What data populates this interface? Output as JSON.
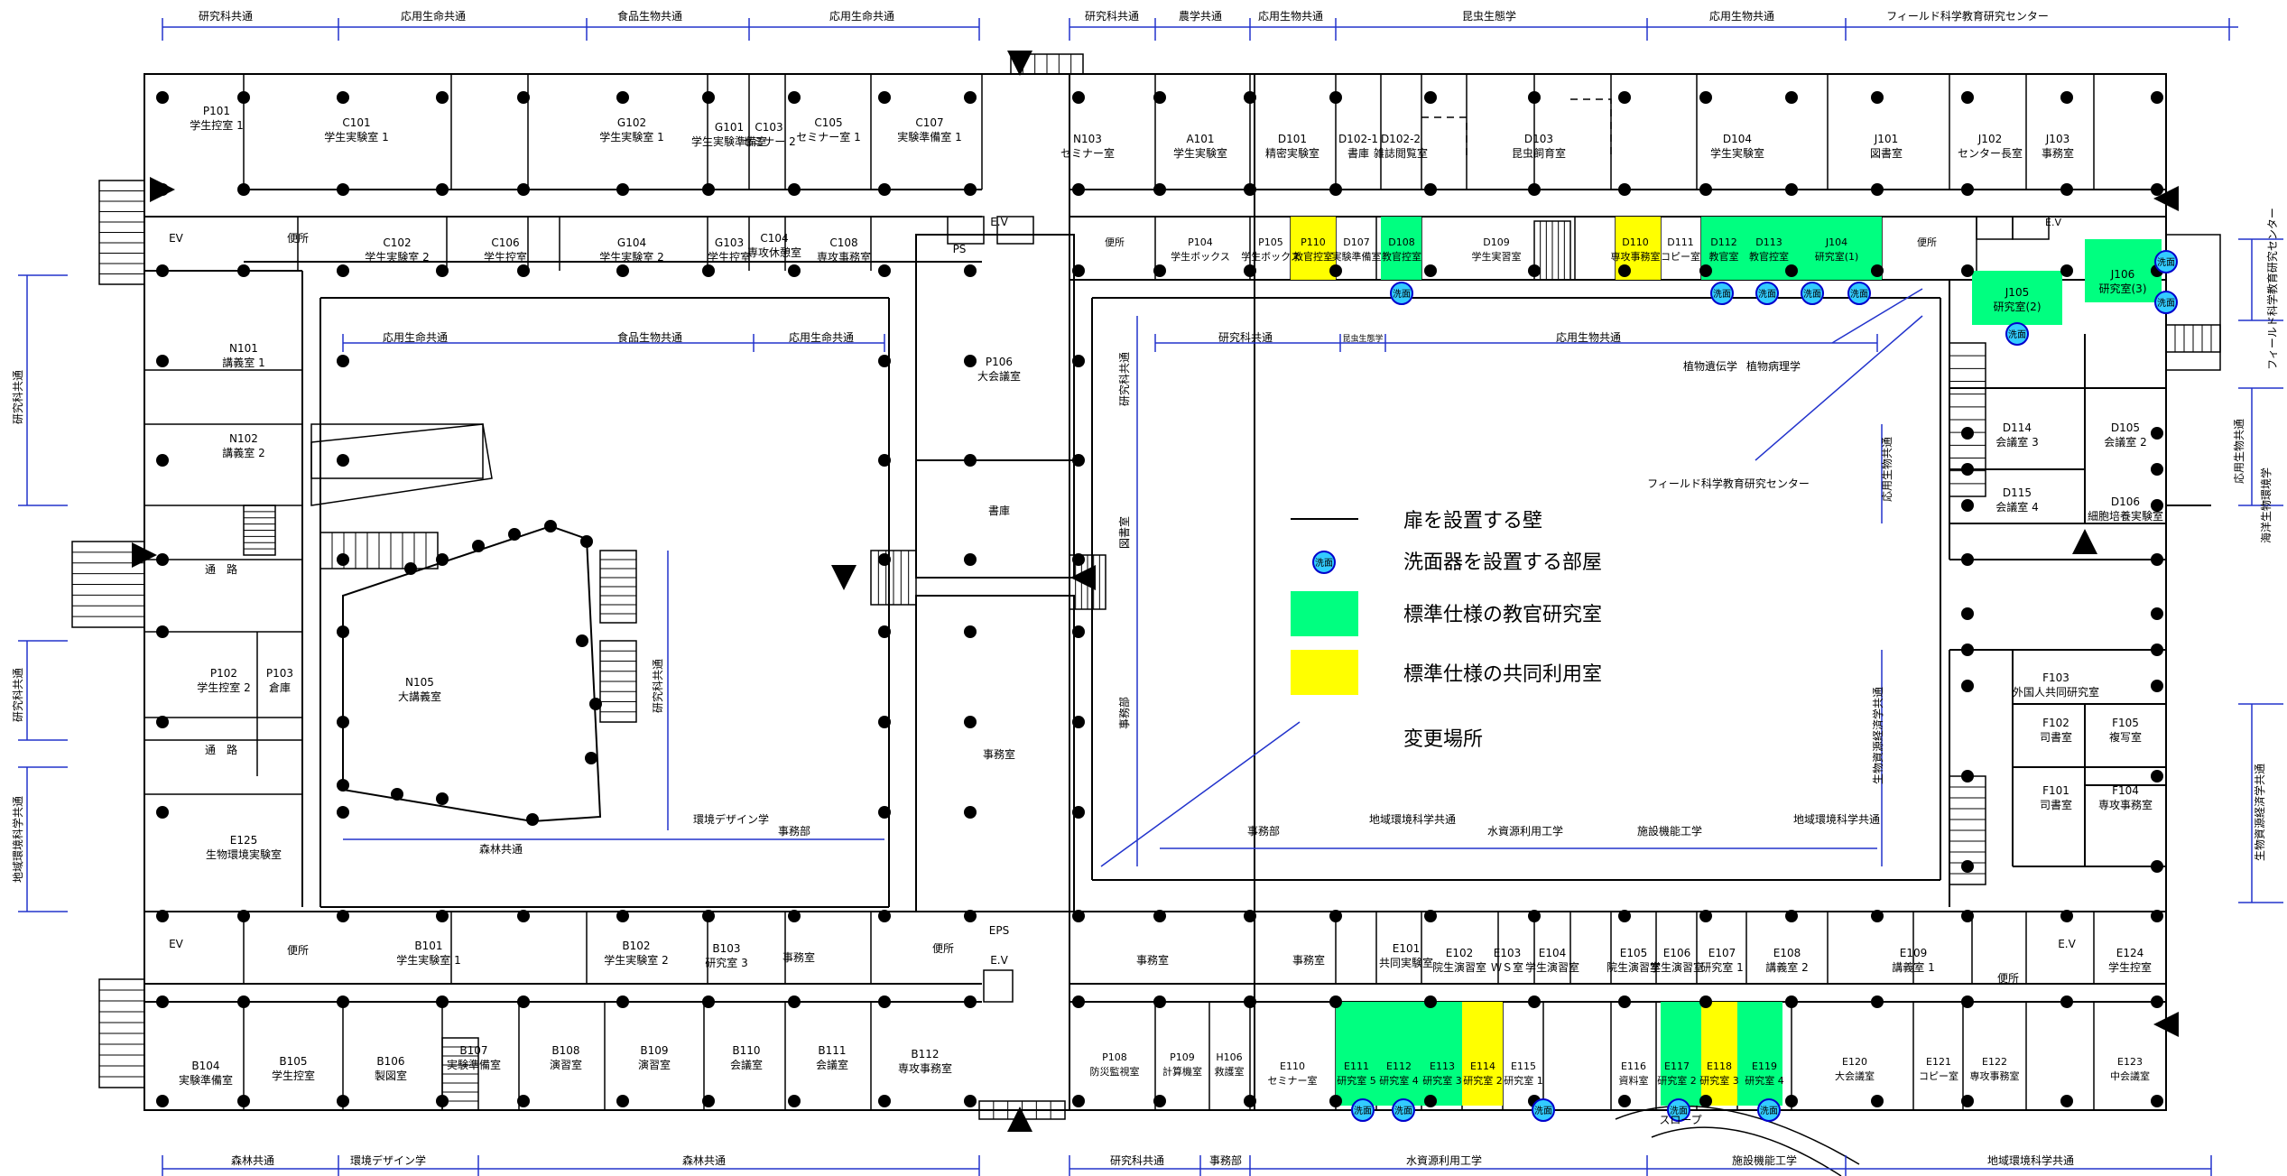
{
  "legend": {
    "items": [
      {
        "label": "扉を設置する壁"
      },
      {
        "label": "洗面器を設置する部屋"
      },
      {
        "label": "標準仕様の教官研究室",
        "color": "#00ff80"
      },
      {
        "label": "標準仕様の共同利用室",
        "color": "#ffff00"
      },
      {
        "label": "変更場所"
      }
    ],
    "sink_label": "洗面"
  },
  "side_labels": {
    "left": [
      "研究科共通",
      "研究科共通",
      "地域環境科学共通"
    ],
    "right": [
      "フィールド科学教育研究センター",
      "応用生物共通",
      "海洋生物環境学",
      "生物資源経済学共通"
    ]
  },
  "top_labels": [
    "研究科共通",
    "応用生命共通",
    "食品生物共通",
    "応用生命共通",
    "研究科共通",
    "農学共通",
    "応用生物共通",
    "昆虫生態学",
    "応用生物共通",
    "フィールド科学教育研究センター"
  ],
  "bottom_labels": [
    "森林共通",
    "環境デザイン学",
    "森林共通",
    "研究科共通",
    "事務部",
    "水資源利用工学",
    "施設機能工学",
    "地域環境科学共通"
  ],
  "court_labels": {
    "left_top": [
      "応用生命共通",
      "食品生物共通",
      "応用生命共通"
    ],
    "left_right": "研究科共通",
    "left_bottom": [
      "環境デザイン学",
      "森林共通",
      "事務部"
    ],
    "right_top": [
      "研究科共通",
      "昆虫生態学",
      "応用生物共通"
    ],
    "right_top2": [
      "植物遺伝学",
      "植物病理学"
    ],
    "right_field": "フィールド科学教育研究センター",
    "right_side": "応用生物共通",
    "right_bottom": [
      "事務部",
      "地域環境科学共通",
      "水資源利用工学",
      "施設機能工学",
      "地域環境科学共通"
    ],
    "right_left": [
      "研究科共通",
      "図書室",
      "事務部"
    ],
    "right_rside": "生物資源経済学共通"
  },
  "rooms": {
    "top_left": [
      {
        "t1": "P101",
        "t2": "学生控室 1"
      },
      {
        "t1": "C101",
        "t2": "学生実験室 1"
      },
      {
        "t1": "G102",
        "t2": "学生実験室 1"
      },
      {
        "t1": "G101",
        "t2": "学生実験準備室"
      },
      {
        "t1": "C103",
        "t2": "セミナー 2"
      },
      {
        "t1": "C105",
        "t2": "セミナー室 1"
      },
      {
        "t1": "C107",
        "t2": "実験準備室 1"
      }
    ],
    "top_left2": [
      {
        "t1": "EV",
        "t2": ""
      },
      {
        "t1": "便所",
        "t2": ""
      },
      {
        "t1": "C102",
        "t2": "学生実験室 2"
      },
      {
        "t1": "C106",
        "t2": "学生控室"
      },
      {
        "t1": "G104",
        "t2": "学生実験室 2"
      },
      {
        "t1": "G103",
        "t2": "学生控室"
      },
      {
        "t1": "C104",
        "t2": "専攻休憩室"
      },
      {
        "t1": "C108",
        "t2": "専攻事務室"
      }
    ],
    "left_wing": [
      {
        "t1": "N101",
        "t2": "講義室 1"
      },
      {
        "t1": "N102",
        "t2": "講義室 2"
      },
      {
        "t1": "通　路",
        "t2": ""
      },
      {
        "t1": "P102",
        "t2": "学生控室 2"
      },
      {
        "t1": "P103",
        "t2": "倉庫"
      },
      {
        "t1": "通　路",
        "t2": ""
      },
      {
        "t1": "E125",
        "t2": "生物環境実験室"
      }
    ],
    "lecture": {
      "t1": "N105",
      "t2": "大講義室"
    },
    "center": [
      {
        "t1": "E.V",
        "t2": ""
      },
      {
        "t1": "PS",
        "t2": ""
      },
      {
        "t1": "P106",
        "t2": "大会議室"
      },
      {
        "t1": "書庫",
        "t2": ""
      },
      {
        "t1": "事務室",
        "t2": ""
      },
      {
        "t1": "EPS",
        "t2": ""
      },
      {
        "t1": "便所",
        "t2": ""
      },
      {
        "t1": "E.V",
        "t2": ""
      }
    ],
    "top_right": [
      {
        "t1": "N103",
        "t2": "セミナー室"
      },
      {
        "t1": "A101",
        "t2": "学生実験室"
      },
      {
        "t1": "D101",
        "t2": "精密実験室"
      },
      {
        "t1": "D102-1",
        "t2": "書庫"
      },
      {
        "t1": "D102-2",
        "t2": "雑誌閲覧室"
      },
      {
        "t1": "D103",
        "t2": "昆虫飼育室"
      },
      {
        "t1": "D104",
        "t2": "学生実験室"
      },
      {
        "t1": "J101",
        "t2": "図書室"
      },
      {
        "t1": "J102",
        "t2": "センター長室"
      },
      {
        "t1": "J103",
        "t2": "事務室"
      }
    ],
    "top_right2": [
      {
        "t1": "便所",
        "t2": ""
      },
      {
        "t1": "P104",
        "t2": "学生ボックス"
      },
      {
        "t1": "P105",
        "t2": "学生ボックス"
      },
      {
        "t1": "P110",
        "t2": "教官控室"
      },
      {
        "t1": "D107",
        "t2": "実験準備室"
      },
      {
        "t1": "D108",
        "t2": "教官控室"
      },
      {
        "t1": "D109",
        "t2": "学生実習室"
      },
      {
        "t1": "D110",
        "t2": "専攻事務室"
      },
      {
        "t1": "D111",
        "t2": "コピー室"
      },
      {
        "t1": "D112",
        "t2": "教官室"
      },
      {
        "t1": "D113",
        "t2": "教官控室"
      },
      {
        "t1": "J104",
        "t2": "研究室(1)"
      },
      {
        "t1": "便所",
        "t2": ""
      },
      {
        "t1": "E.V",
        "t2": ""
      }
    ],
    "right_wing": [
      {
        "t1": "J105",
        "t2": "研究室(2)"
      },
      {
        "t1": "J106",
        "t2": "研究室(3)"
      },
      {
        "t1": "D114",
        "t2": "会議室 3"
      },
      {
        "t1": "D105",
        "t2": "会議室 2"
      },
      {
        "t1": "D115",
        "t2": "会議室 4"
      },
      {
        "t1": "D106",
        "t2": "細胞培養実験室"
      },
      {
        "t1": "F103",
        "t2": "外国人共同研究室"
      },
      {
        "t1": "F102",
        "t2": "司書室"
      },
      {
        "t1": "F105",
        "t2": "複写室"
      },
      {
        "t1": "F101",
        "t2": "司書室"
      },
      {
        "t1": "F104",
        "t2": "専攻事務室"
      }
    ],
    "bottom_left": [
      {
        "t1": "EV",
        "t2": ""
      },
      {
        "t1": "便所",
        "t2": ""
      },
      {
        "t1": "B101",
        "t2": "学生実験室 1"
      },
      {
        "t1": "B102",
        "t2": "学生実験室 2"
      },
      {
        "t1": "B103",
        "t2": "研究室 3"
      },
      {
        "t1": "事務室",
        "t2": ""
      }
    ],
    "bottom_left2": [
      {
        "t1": "B104",
        "t2": "実験準備室"
      },
      {
        "t1": "B105",
        "t2": "学生控室"
      },
      {
        "t1": "B106",
        "t2": "製図室"
      },
      {
        "t1": "B107",
        "t2": "実験準備室"
      },
      {
        "t1": "B108",
        "t2": "演習室"
      },
      {
        "t1": "B109",
        "t2": "演習室"
      },
      {
        "t1": "B110",
        "t2": "会議室"
      },
      {
        "t1": "B111",
        "t2": "会議室"
      },
      {
        "t1": "B112",
        "t2": "専攻事務室"
      }
    ],
    "bottom_right": [
      {
        "t1": "事務室",
        "t2": ""
      },
      {
        "t1": "事務室",
        "t2": ""
      },
      {
        "t1": "E101",
        "t2": "共同実験室"
      },
      {
        "t1": "E102",
        "t2": "院生演習室"
      },
      {
        "t1": "E103",
        "t2": "ＷＳ室"
      },
      {
        "t1": "E104",
        "t2": "学生演習室"
      },
      {
        "t1": "E105",
        "t2": "院生演習室"
      },
      {
        "t1": "E106",
        "t2": "学生演習室"
      },
      {
        "t1": "E107",
        "t2": "研究室 1"
      },
      {
        "t1": "E108",
        "t2": "講義室 2"
      },
      {
        "t1": "E109",
        "t2": "講義室 1"
      },
      {
        "t1": "便所",
        "t2": ""
      },
      {
        "t1": "E.V",
        "t2": ""
      },
      {
        "t1": "E124",
        "t2": "学生控室"
      }
    ],
    "bottom_right2": [
      {
        "t1": "P108",
        "t2": "防災監視室"
      },
      {
        "t1": "P109",
        "t2": "計算機室"
      },
      {
        "t1": "H106",
        "t2": "救護室"
      },
      {
        "t1": "E110",
        "t2": "セミナー室"
      },
      {
        "t1": "E111",
        "t2": "研究室 5"
      },
      {
        "t1": "E112",
        "t2": "研究室 4"
      },
      {
        "t1": "E113",
        "t2": "研究室 3"
      },
      {
        "t1": "E114",
        "t2": "研究室 2"
      },
      {
        "t1": "E115",
        "t2": "研究室 1"
      },
      {
        "t1": "E116",
        "t2": "資料室"
      },
      {
        "t1": "E117",
        "t2": "研究室 2"
      },
      {
        "t1": "E118",
        "t2": "研究室 3"
      },
      {
        "t1": "E119",
        "t2": "研究室 4"
      },
      {
        "t1": "E120",
        "t2": "大会議室"
      },
      {
        "t1": "E121",
        "t2": "コピー室"
      },
      {
        "t1": "E122",
        "t2": "専攻事務室"
      },
      {
        "t1": "E123",
        "t2": "中会議室"
      }
    ],
    "slope": "スロープ"
  }
}
